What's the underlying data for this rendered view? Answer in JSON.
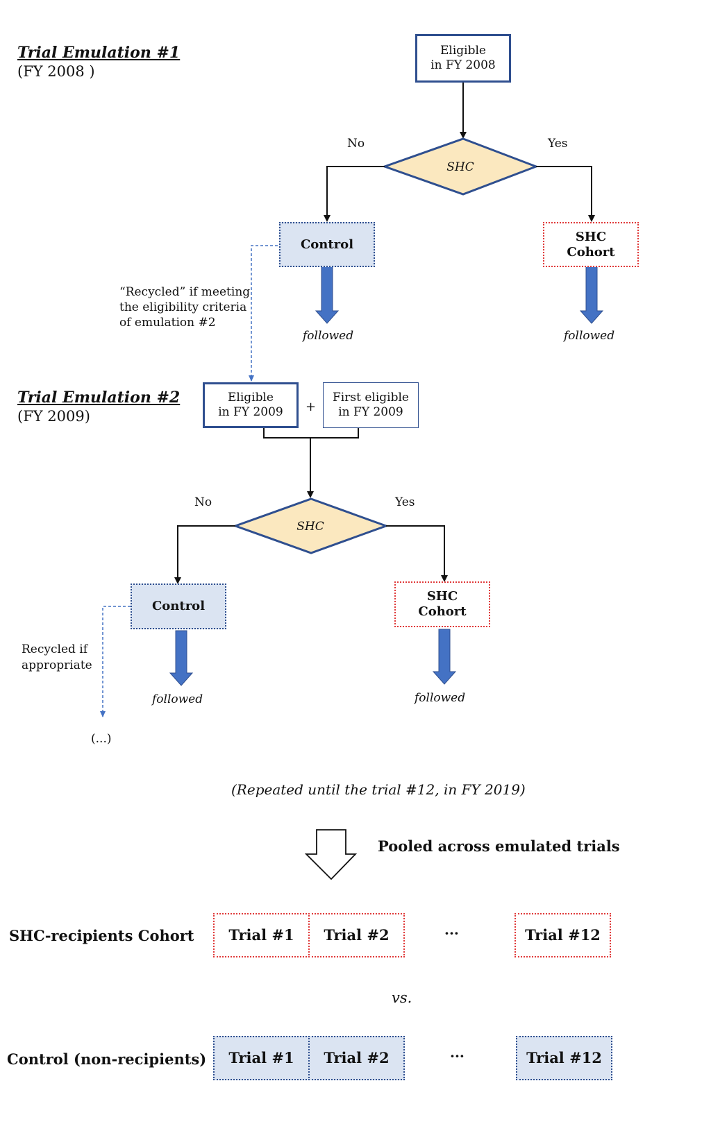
{
  "emulation1": {
    "heading": "Trial Emulation #1",
    "year": "(FY 2008 )",
    "eligible": "Eligible\nin FY 2008",
    "decision": "SHC",
    "no_label": "No",
    "yes_label": "Yes",
    "control": "Control",
    "shc_cohort": "SHC\nCohort",
    "followed_control": "followed",
    "followed_shc": "followed",
    "recycled_note": "“Recycled” if meeting\nthe eligibility criteria\nof emulation #2"
  },
  "emulation2": {
    "heading": "Trial Emulation #2",
    "year": "(FY 2009)",
    "eligible": "Eligible\nin FY 2009",
    "plus": "+",
    "first_eligible": "First eligible\nin FY 2009",
    "decision": "SHC",
    "no_label": "No",
    "yes_label": "Yes",
    "control": "Control",
    "shc_cohort": "SHC\nCohort",
    "followed_control": "followed",
    "followed_shc": "followed",
    "recycled_note": "Recycled if\nappropriate",
    "ellipsis": "(...)"
  },
  "repeat_note": "(Repeated until the trial #12, in FY 2019)",
  "pooled_label": "Pooled across emulated trials",
  "cohorts": {
    "shc_label": "SHC-recipients Cohort",
    "control_label": "Control (non-recipients)",
    "vs": "vs.",
    "trials": [
      "Trial #1",
      "Trial #2",
      "Trial #12"
    ],
    "dots": "···"
  },
  "colors": {
    "navy_border": "#2f4f8f",
    "control_fill": "#dbe4f2",
    "red_dotted": "#e03a3a",
    "diamond_fill": "#fbe8bf",
    "arrow_blue": "#4472c4",
    "dashed_blue": "#4472c4"
  }
}
